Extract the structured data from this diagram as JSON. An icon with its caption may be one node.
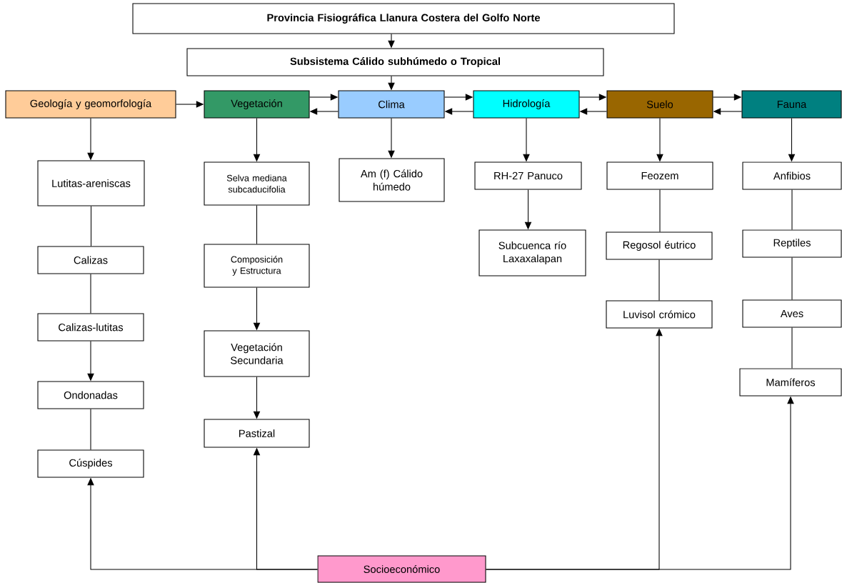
{
  "diagram": {
    "nodes": [
      {
        "text": [
          "Provincia Fisiográfica Llanura Costera del Golfo Norte"
        ]
      },
      {
        "text": [
          "Subsistema Cálido subhúmedo o Tropical"
        ]
      },
      {
        "text": [
          "Geología y geomorfología"
        ]
      },
      {
        "text": [
          "Vegetación"
        ]
      },
      {
        "text": [
          "Clima"
        ]
      },
      {
        "text": [
          "Hidrología"
        ]
      },
      {
        "text": [
          "Suelo"
        ]
      },
      {
        "text": [
          "Fauna"
        ]
      },
      {
        "text": [
          "Lutitas-areniscas"
        ]
      },
      {
        "text": [
          "Calizas"
        ]
      },
      {
        "text": [
          "Calizas-lutitas"
        ]
      },
      {
        "text": [
          "Ondonadas"
        ]
      },
      {
        "text": [
          "Cúspides"
        ]
      },
      {
        "text": [
          "Selva mediana subcaducifolia"
        ]
      },
      {
        "text": [
          "Composición y Estructura"
        ]
      },
      {
        "text": [
          "Vegetación Secundaria"
        ]
      },
      {
        "text": [
          "Pastizal"
        ]
      },
      {
        "text": [
          "Am (f) Cálido húmedo"
        ]
      },
      {
        "text": [
          "RH-27 Panuco"
        ]
      },
      {
        "text": [
          "Subcuenca río Laxaxalapan"
        ]
      },
      {
        "text": [
          "Feozem"
        ]
      },
      {
        "text": [
          "Regosol éutrico"
        ]
      },
      {
        "text": [
          "Luvisol crómico"
        ]
      },
      {
        "text": [
          "Anfibios"
        ]
      },
      {
        "text": [
          "Reptiles"
        ]
      },
      {
        "text": [
          "Aves"
        ]
      },
      {
        "text": [
          "Mamíferos"
        ]
      },
      {
        "text": [
          "Socioeconómico"
        ]
      }
    ],
    "edges": [
      {
        "from": 0,
        "to": 1,
        "arrow": "to"
      },
      {
        "from": 1,
        "to": 4,
        "arrow": "to"
      },
      {
        "from": 2,
        "to": 3,
        "arrow": "to"
      },
      {
        "from": 3,
        "to": 4,
        "arrow": "to"
      },
      {
        "from": 4,
        "to": 3,
        "arrow": "to"
      },
      {
        "from": 4,
        "to": 5,
        "arrow": "to"
      },
      {
        "from": 5,
        "to": 4,
        "arrow": "to"
      },
      {
        "from": 5,
        "to": 6,
        "arrow": "to"
      },
      {
        "from": 6,
        "to": 5,
        "arrow": "to"
      },
      {
        "from": 6,
        "to": 7,
        "arrow": "to"
      },
      {
        "from": 7,
        "to": 6,
        "arrow": "to"
      },
      {
        "from": 2,
        "to": 8,
        "arrow": "to"
      },
      {
        "from": 3,
        "to": 13,
        "arrow": "to"
      },
      {
        "from": 4,
        "to": 17,
        "arrow": "to"
      },
      {
        "from": 5,
        "to": 18,
        "arrow": "to"
      },
      {
        "from": 6,
        "to": 20,
        "arrow": "to"
      },
      {
        "from": 7,
        "to": 23,
        "arrow": "to"
      },
      {
        "from": 8,
        "to": 9,
        "arrow": "none"
      },
      {
        "from": 9,
        "to": 10,
        "arrow": "none"
      },
      {
        "from": 10,
        "to": 11,
        "arrow": "to"
      },
      {
        "from": 11,
        "to": 12,
        "arrow": "none"
      },
      {
        "from": 13,
        "to": 14,
        "arrow": "none"
      },
      {
        "from": 14,
        "to": 15,
        "arrow": "to"
      },
      {
        "from": 15,
        "to": 16,
        "arrow": "to"
      },
      {
        "from": 18,
        "to": 19,
        "arrow": "to"
      },
      {
        "from": 20,
        "to": 21,
        "arrow": "none"
      },
      {
        "from": 21,
        "to": 22,
        "arrow": "none"
      },
      {
        "from": 23,
        "to": 24,
        "arrow": "none"
      },
      {
        "from": 24,
        "to": 25,
        "arrow": "none"
      },
      {
        "from": 25,
        "to": 26,
        "arrow": "none"
      },
      {
        "from": 27,
        "to": 12,
        "arrow": "to"
      },
      {
        "from": 27,
        "to": 16,
        "arrow": "to"
      },
      {
        "from": 27,
        "to": 22,
        "arrow": "to"
      },
      {
        "from": 27,
        "to": 26,
        "arrow": "to"
      }
    ]
  }
}
